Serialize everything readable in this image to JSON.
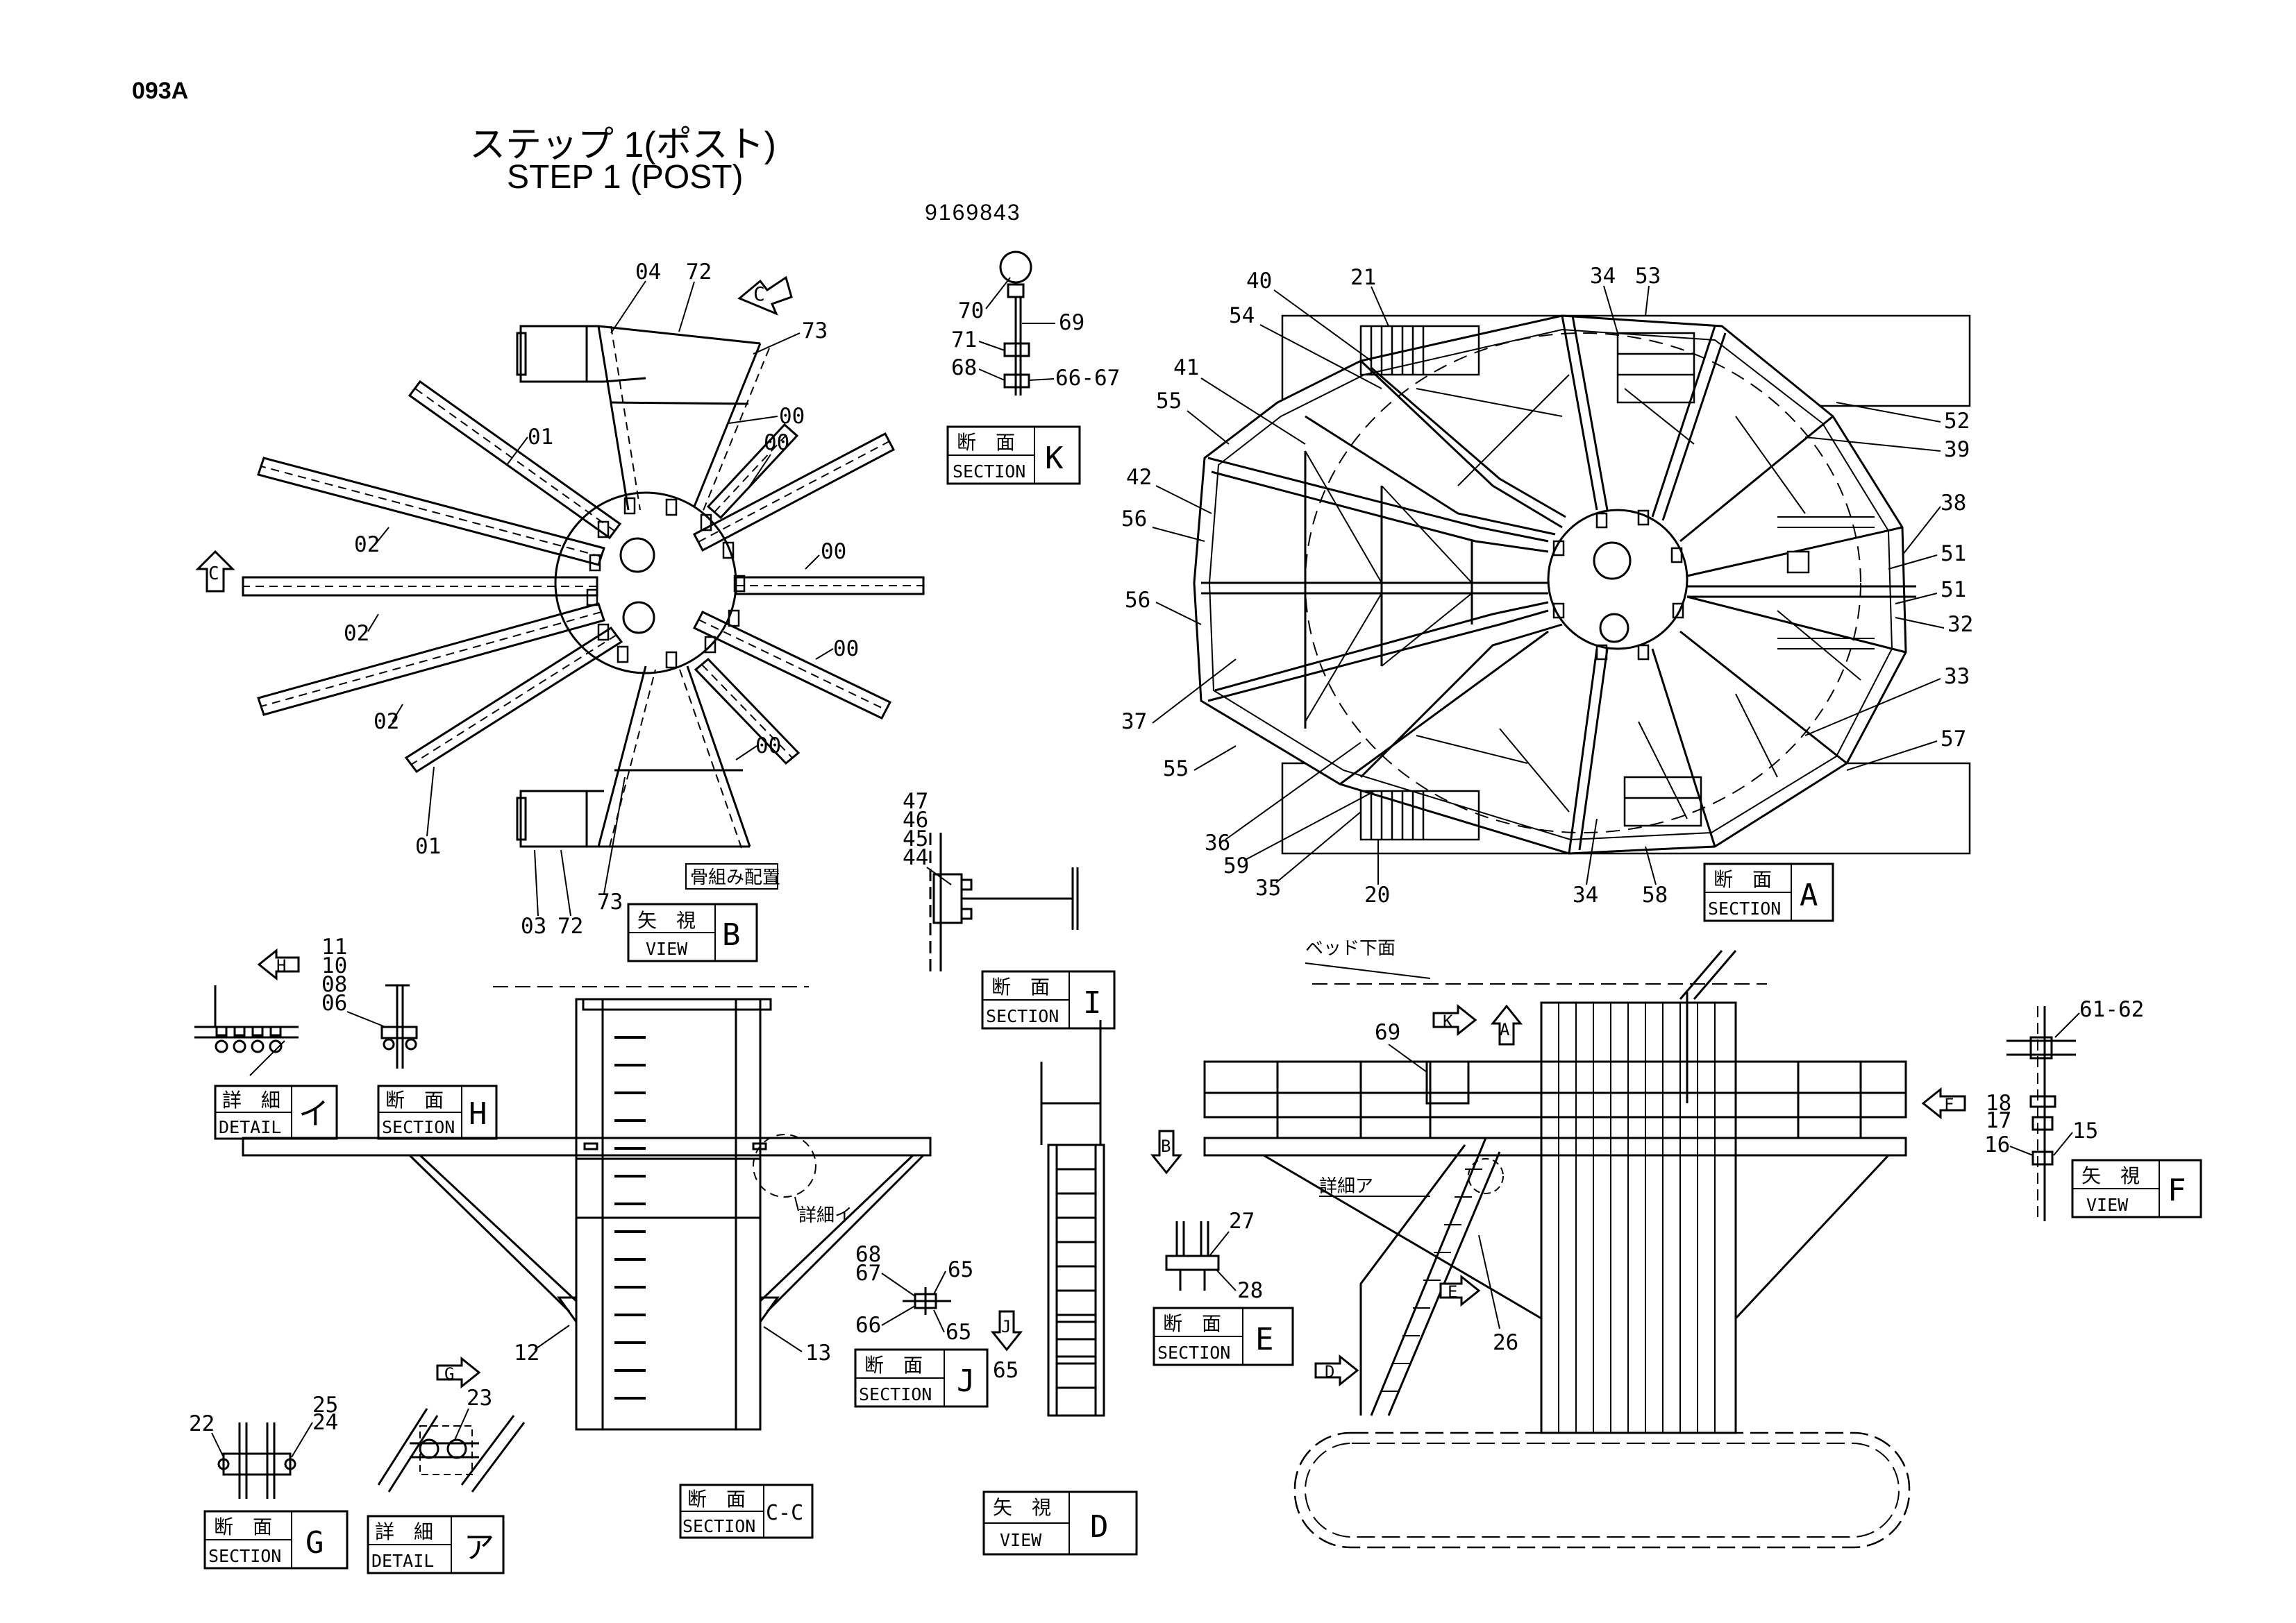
{
  "header": {
    "page_id": "093A",
    "title_jp": "ステップ 1(ポスト)",
    "title_en": "STEP 1 (POST)",
    "drawing_no": "9169843"
  },
  "boxes": {
    "section_k": {
      "jp": "断　面",
      "en": "SECTION",
      "letter": "K"
    },
    "section_a": {
      "jp": "断　面",
      "en": "SECTION",
      "letter": "A"
    },
    "view_b": {
      "jp": "矢　視",
      "en": "VIEW",
      "letter": "B"
    },
    "section_i": {
      "jp": "断　面",
      "en": "SECTION",
      "letter": "I"
    },
    "detail_i": {
      "jp": "詳　細",
      "en": "DETAIL",
      "letter": "イ"
    },
    "section_h": {
      "jp": "断　面",
      "en": "SECTION",
      "letter": "H"
    },
    "section_j": {
      "jp": "断　面",
      "en": "SECTION",
      "letter": "J"
    },
    "section_e": {
      "jp": "断　面",
      "en": "SECTION",
      "letter": "E"
    },
    "view_f": {
      "jp": "矢　視",
      "en": "VIEW",
      "letter": "F"
    },
    "section_g": {
      "jp": "断　面",
      "en": "SECTION",
      "letter": "G"
    },
    "detail_a": {
      "jp": "詳　細",
      "en": "DETAIL",
      "letter": "ア"
    },
    "section_cc": {
      "jp": "断　面",
      "en": "SECTION",
      "letter": "C-C"
    },
    "view_d": {
      "jp": "矢　視",
      "en": "VIEW",
      "letter": "D"
    }
  },
  "notes": {
    "frame_layout": "骨組み配置",
    "detail_i_ref": "詳細イ",
    "detail_a_ref": "詳細ア",
    "bed_bottom": "ベッド下面"
  },
  "arrows": [
    "C",
    "C",
    "H",
    "G",
    "J",
    "K",
    "A",
    "B",
    "F",
    "E",
    "D"
  ],
  "part_numbers": {
    "view_b": [
      "04",
      "72",
      "73",
      "00",
      "00",
      "01",
      "02",
      "00",
      "02",
      "00",
      "02",
      "00",
      "01",
      "03",
      "72",
      "73"
    ],
    "section_k": [
      "70",
      "69",
      "71",
      "68",
      "66-67"
    ],
    "section_a": [
      "40",
      "21",
      "34",
      "53",
      "54",
      "41",
      "55",
      "52",
      "39",
      "42",
      "56",
      "38",
      "51",
      "56",
      "51",
      "32",
      "33",
      "37",
      "57",
      "55",
      "36",
      "59",
      "35",
      "20",
      "34",
      "58"
    ],
    "section_i": [
      "47",
      "46",
      "45",
      "44"
    ],
    "detail_i": [
      "11",
      "10",
      "08",
      "06"
    ],
    "section_cc": [
      "12",
      "13"
    ],
    "section_j": [
      "68",
      "67",
      "65",
      "66",
      "65",
      "65"
    ],
    "side_view": [
      "69",
      "27",
      "28",
      "26"
    ],
    "view_f": [
      "61-62",
      "18",
      "17",
      "16",
      "15"
    ],
    "section_g": [
      "25",
      "24",
      "22",
      "23"
    ]
  }
}
